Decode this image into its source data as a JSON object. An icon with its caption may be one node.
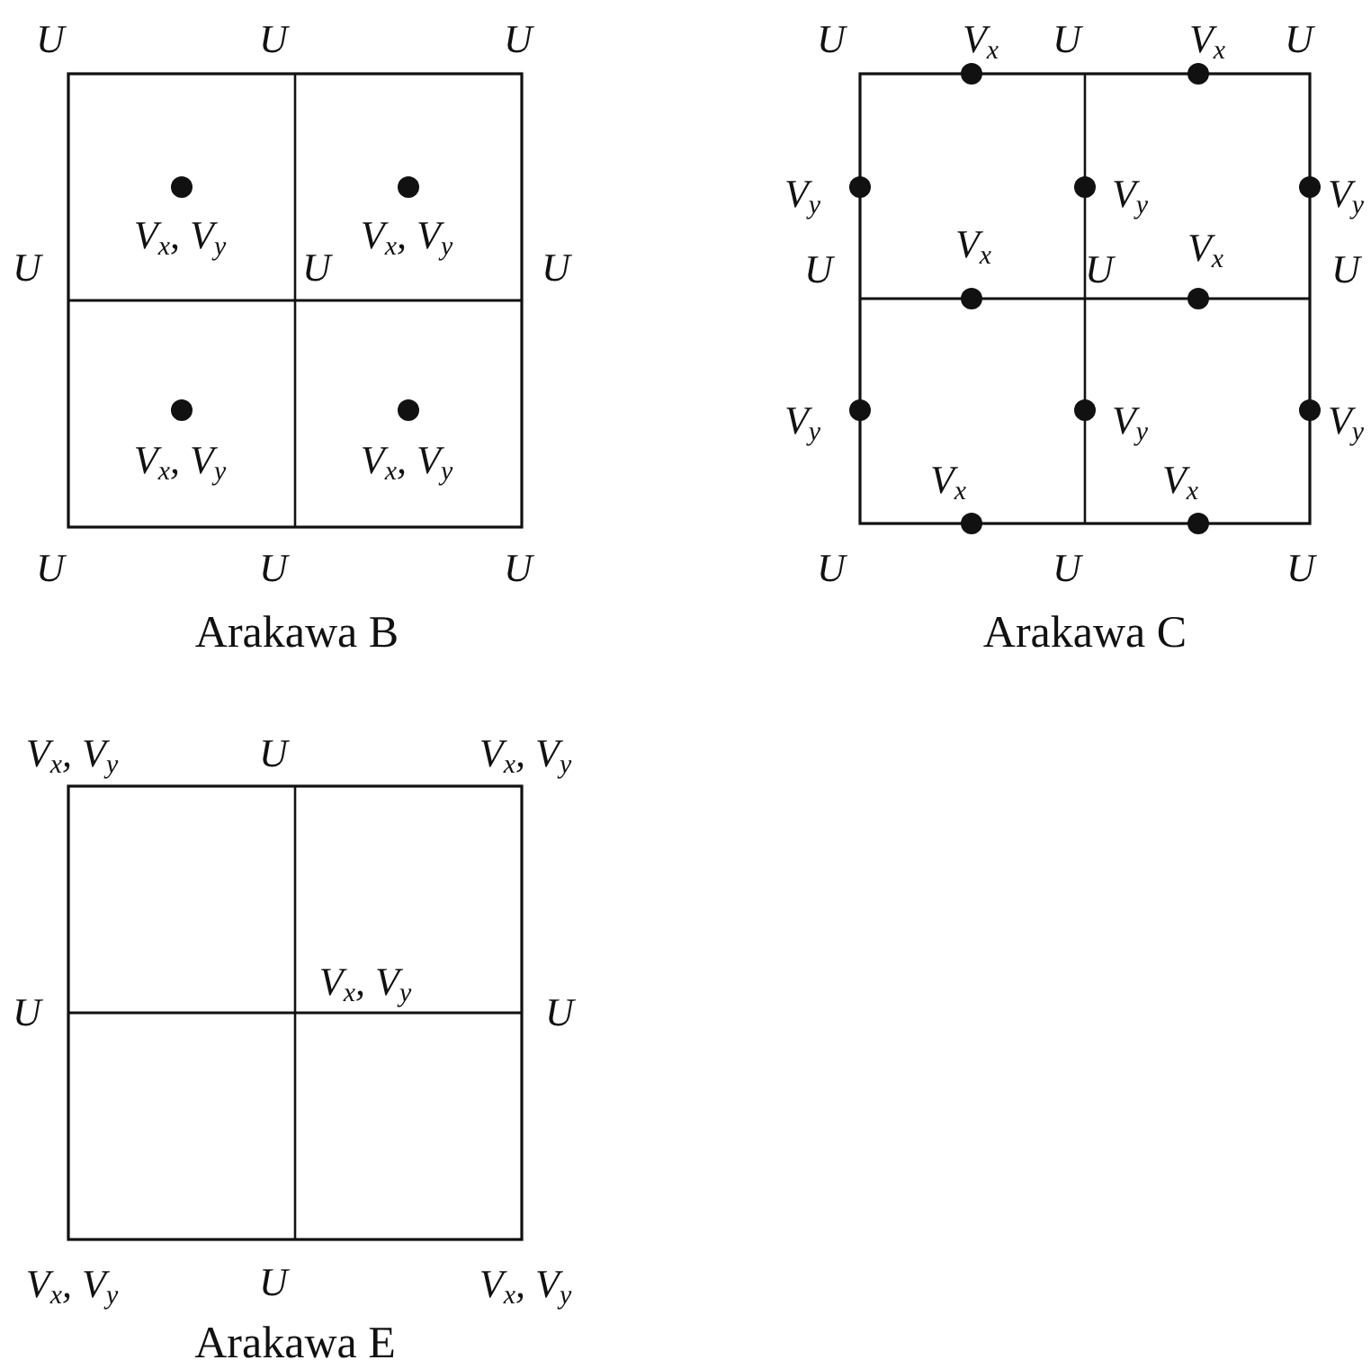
{
  "diagram": {
    "labels": [
      "U",
      "U",
      "U",
      "V$_{x}$, V$_{y}$",
      "V$_{x}$, V$_{y}$",
      "U",
      "U",
      "U",
      "V$_{x}$, V$_{y}$",
      "V$_{x}$, V$_{y}$",
      "U",
      "U",
      "U",
      "Arakawa B",
      "U",
      "V$_{x}$",
      "U",
      "V$_{x}$",
      "U",
      "V$_{y}$",
      "V$_{y}$",
      "V$_{y}$",
      "U",
      "V$_{x}$",
      "U",
      "V$_{x}$",
      "U",
      "V$_{y}$",
      "V$_{y}$",
      "V$_{y}$",
      "V$_{x}$",
      "V$_{x}$",
      "U",
      "U",
      "U",
      "Arakawa C",
      "V$_{x}$, V$_{y}$",
      "U",
      "V$_{x}$, V$_{y}$",
      "U",
      "V$_{x}$, V$_{y}$",
      "U",
      "V$_{x}$, V$_{y}$",
      "U",
      "V$_{x}$, V$_{y}$",
      "Arakawa E"
    ]
  }
}
